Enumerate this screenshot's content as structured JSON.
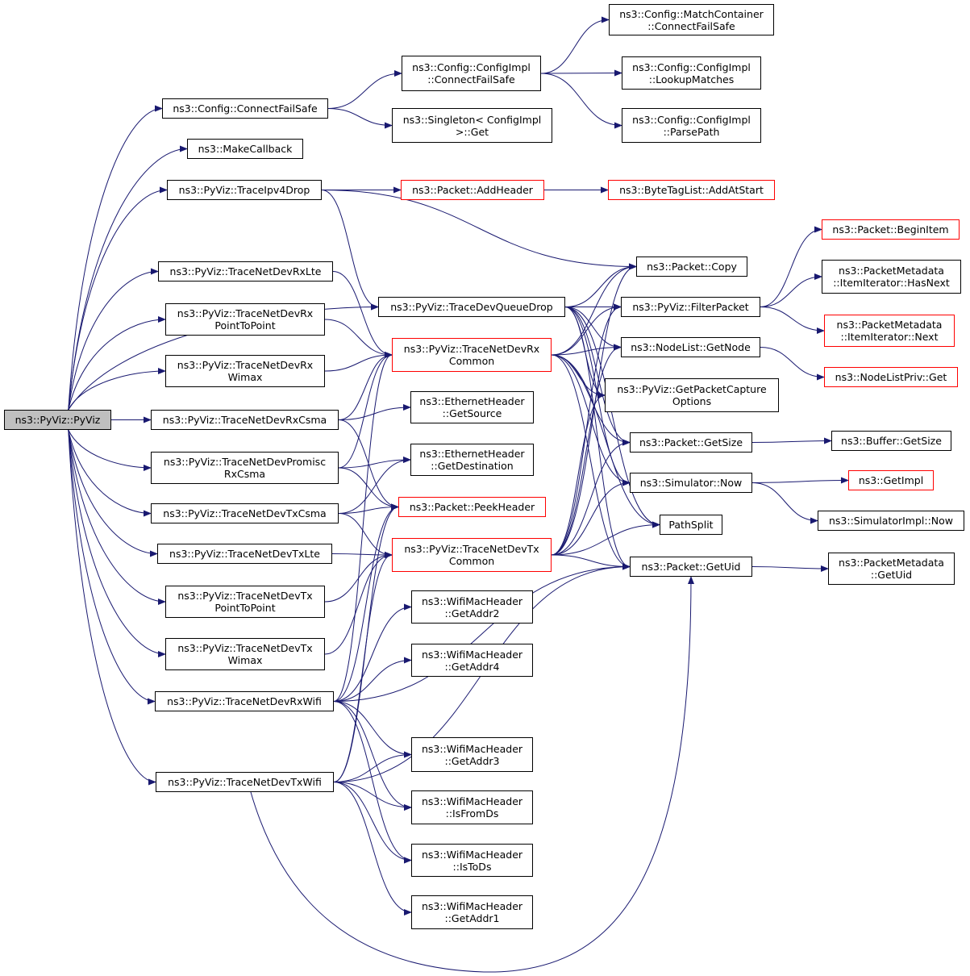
{
  "colors": {
    "edge": "#191970",
    "border": "#000000",
    "border_truncated": "#ff0000",
    "root_fill": "#bfbfbf"
  },
  "nodes": [
    {
      "id": "pyviz",
      "lines": [
        "ns3::PyViz::PyViz"
      ],
      "style": "root"
    },
    {
      "id": "connectfailsafe",
      "lines": [
        "ns3::Config::ConnectFailSafe"
      ]
    },
    {
      "id": "makecallback",
      "lines": [
        "ns3::MakeCallback"
      ]
    },
    {
      "id": "traceipv4drop",
      "lines": [
        "ns3::PyViz::TraceIpv4Drop"
      ]
    },
    {
      "id": "tracenetdevrxlte",
      "lines": [
        "ns3::PyViz::TraceNetDevRxLte"
      ]
    },
    {
      "id": "tracenetdevrxp2p",
      "lines": [
        "ns3::PyViz::TraceNetDevRx",
        "PointToPoint"
      ]
    },
    {
      "id": "tracenetdevrxwimax",
      "lines": [
        "ns3::PyViz::TraceNetDevRx",
        "Wimax"
      ]
    },
    {
      "id": "tracenetdevrxcsma",
      "lines": [
        "ns3::PyViz::TraceNetDevRxCsma"
      ]
    },
    {
      "id": "tracenetdevpromisc",
      "lines": [
        "ns3::PyViz::TraceNetDevPromisc",
        "RxCsma"
      ]
    },
    {
      "id": "tracenetdevtxcsma",
      "lines": [
        "ns3::PyViz::TraceNetDevTxCsma"
      ]
    },
    {
      "id": "tracenetdevtxlte",
      "lines": [
        "ns3::PyViz::TraceNetDevTxLte"
      ]
    },
    {
      "id": "tracenetdevtxp2p",
      "lines": [
        "ns3::PyViz::TraceNetDevTx",
        "PointToPoint"
      ]
    },
    {
      "id": "tracenetdevtxwimax",
      "lines": [
        "ns3::PyViz::TraceNetDevTx",
        "Wimax"
      ]
    },
    {
      "id": "tracenetdevrxwifi",
      "lines": [
        "ns3::PyViz::TraceNetDevRxWifi"
      ]
    },
    {
      "id": "tracenetdevtxwifi",
      "lines": [
        "ns3::PyViz::TraceNetDevTxWifi"
      ]
    },
    {
      "id": "configimpl_connectfailsafe",
      "lines": [
        "ns3::Config::ConfigImpl",
        "::ConnectFailSafe"
      ]
    },
    {
      "id": "singleton_get",
      "lines": [
        "ns3::Singleton< ConfigImpl",
        ">::Get"
      ]
    },
    {
      "id": "matchcontainer",
      "lines": [
        "ns3::Config::MatchContainer",
        "::ConnectFailSafe"
      ]
    },
    {
      "id": "lookupmatches",
      "lines": [
        "ns3::Config::ConfigImpl",
        "::LookupMatches"
      ]
    },
    {
      "id": "parsepath",
      "lines": [
        "ns3::Config::ConfigImpl",
        "::ParsePath"
      ]
    },
    {
      "id": "packet_addheader",
      "lines": [
        "ns3::Packet::AddHeader"
      ],
      "style": "red"
    },
    {
      "id": "bytetaglist_addatstart",
      "lines": [
        "ns3::ByteTagList::AddAtStart"
      ],
      "style": "red"
    },
    {
      "id": "tracedevqueuedrop",
      "lines": [
        "ns3::PyViz::TraceDevQueueDrop"
      ]
    },
    {
      "id": "tracenetdevrxcommon",
      "lines": [
        "ns3::PyViz::TraceNetDevRx",
        "Common"
      ],
      "style": "red"
    },
    {
      "id": "eth_getsource",
      "lines": [
        "ns3::EthernetHeader",
        "::GetSource"
      ]
    },
    {
      "id": "eth_getdestination",
      "lines": [
        "ns3::EthernetHeader",
        "::GetDestination"
      ]
    },
    {
      "id": "packet_peekheader",
      "lines": [
        "ns3::Packet::PeekHeader"
      ],
      "style": "red"
    },
    {
      "id": "tracenetdevtxcommon",
      "lines": [
        "ns3::PyViz::TraceNetDevTx",
        "Common"
      ],
      "style": "red"
    },
    {
      "id": "wifi_getaddr2",
      "lines": [
        "ns3::WifiMacHeader",
        "::GetAddr2"
      ]
    },
    {
      "id": "wifi_getaddr4",
      "lines": [
        "ns3::WifiMacHeader",
        "::GetAddr4"
      ]
    },
    {
      "id": "wifi_getaddr3",
      "lines": [
        "ns3::WifiMacHeader",
        "::GetAddr3"
      ]
    },
    {
      "id": "wifi_isfromds",
      "lines": [
        "ns3::WifiMacHeader",
        "::IsFromDs"
      ]
    },
    {
      "id": "wifi_istods",
      "lines": [
        "ns3::WifiMacHeader",
        "::IsToDs"
      ]
    },
    {
      "id": "wifi_getaddr1",
      "lines": [
        "ns3::WifiMacHeader",
        "::GetAddr1"
      ]
    },
    {
      "id": "packet_copy",
      "lines": [
        "ns3::Packet::Copy"
      ]
    },
    {
      "id": "filterpacket",
      "lines": [
        "ns3::PyViz::FilterPacket"
      ]
    },
    {
      "id": "nodelist_getnode",
      "lines": [
        "ns3::NodeList::GetNode"
      ]
    },
    {
      "id": "getpacketcaptureoptions",
      "lines": [
        "ns3::PyViz::GetPacketCapture",
        "Options"
      ]
    },
    {
      "id": "packet_getsize",
      "lines": [
        "ns3::Packet::GetSize"
      ]
    },
    {
      "id": "simulator_now",
      "lines": [
        "ns3::Simulator::Now"
      ]
    },
    {
      "id": "pathsplit",
      "lines": [
        "PathSplit"
      ]
    },
    {
      "id": "packet_getuid",
      "lines": [
        "ns3::Packet::GetUid"
      ]
    },
    {
      "id": "packet_beginitem",
      "lines": [
        "ns3::Packet::BeginItem"
      ],
      "style": "red"
    },
    {
      "id": "itemiterator_hasnext",
      "lines": [
        "ns3::PacketMetadata",
        "::ItemIterator::HasNext"
      ]
    },
    {
      "id": "itemiterator_next",
      "lines": [
        "ns3::PacketMetadata",
        "::ItemIterator::Next"
      ],
      "style": "red"
    },
    {
      "id": "nodelistpriv_get",
      "lines": [
        "ns3::NodeListPriv::Get"
      ],
      "style": "red"
    },
    {
      "id": "buffer_getsize",
      "lines": [
        "ns3::Buffer::GetSize"
      ]
    },
    {
      "id": "getimpl",
      "lines": [
        "ns3::GetImpl"
      ],
      "style": "red"
    },
    {
      "id": "simulatorimpl_now",
      "lines": [
        "ns3::SimulatorImpl::Now"
      ]
    },
    {
      "id": "packetmetadata_getuid",
      "lines": [
        "ns3::PacketMetadata",
        "::GetUid"
      ]
    }
  ],
  "edges": [
    [
      "pyviz",
      "connectfailsafe"
    ],
    [
      "pyviz",
      "makecallback"
    ],
    [
      "pyviz",
      "traceipv4drop"
    ],
    [
      "pyviz",
      "tracedevqueuedrop"
    ],
    [
      "pyviz",
      "tracenetdevrxlte"
    ],
    [
      "pyviz",
      "tracenetdevrxp2p"
    ],
    [
      "pyviz",
      "tracenetdevrxwimax"
    ],
    [
      "pyviz",
      "tracenetdevrxcsma"
    ],
    [
      "pyviz",
      "tracenetdevpromisc"
    ],
    [
      "pyviz",
      "tracenetdevtxcsma"
    ],
    [
      "pyviz",
      "tracenetdevtxlte"
    ],
    [
      "pyviz",
      "tracenetdevtxp2p"
    ],
    [
      "pyviz",
      "tracenetdevtxwimax"
    ],
    [
      "pyviz",
      "tracenetdevrxwifi"
    ],
    [
      "pyviz",
      "tracenetdevtxwifi"
    ],
    [
      "connectfailsafe",
      "configimpl_connectfailsafe"
    ],
    [
      "connectfailsafe",
      "singleton_get"
    ],
    [
      "configimpl_connectfailsafe",
      "matchcontainer"
    ],
    [
      "configimpl_connectfailsafe",
      "lookupmatches"
    ],
    [
      "configimpl_connectfailsafe",
      "parsepath"
    ],
    [
      "traceipv4drop",
      "packet_addheader"
    ],
    [
      "traceipv4drop",
      "packet_copy"
    ],
    [
      "traceipv4drop",
      "tracedevqueuedrop"
    ],
    [
      "packet_addheader",
      "bytetaglist_addatstart"
    ],
    [
      "tracedevqueuedrop",
      "packet_copy"
    ],
    [
      "tracedevqueuedrop",
      "filterpacket"
    ],
    [
      "tracedevqueuedrop",
      "nodelist_getnode"
    ],
    [
      "tracedevqueuedrop",
      "getpacketcaptureoptions"
    ],
    [
      "tracedevqueuedrop",
      "packet_getsize"
    ],
    [
      "tracedevqueuedrop",
      "simulator_now"
    ],
    [
      "tracedevqueuedrop",
      "pathsplit"
    ],
    [
      "tracedevqueuedrop",
      "packet_getuid"
    ],
    [
      "tracenetdevrxlte",
      "tracenetdevrxcommon"
    ],
    [
      "tracenetdevrxp2p",
      "tracenetdevrxcommon"
    ],
    [
      "tracenetdevrxwimax",
      "tracenetdevrxcommon"
    ],
    [
      "tracenetdevrxcsma",
      "eth_getsource"
    ],
    [
      "tracenetdevrxcsma",
      "tracenetdevrxcommon"
    ],
    [
      "tracenetdevrxcsma",
      "packet_peekheader"
    ],
    [
      "tracenetdevpromisc",
      "eth_getdestination"
    ],
    [
      "tracenetdevpromisc",
      "packet_peekheader"
    ],
    [
      "tracenetdevpromisc",
      "tracenetdevrxcommon"
    ],
    [
      "tracenetdevtxcsma",
      "eth_getdestination"
    ],
    [
      "tracenetdevtxcsma",
      "packet_peekheader"
    ],
    [
      "tracenetdevtxcsma",
      "tracenetdevtxcommon"
    ],
    [
      "tracenetdevtxlte",
      "tracenetdevtxcommon"
    ],
    [
      "tracenetdevtxp2p",
      "tracenetdevtxcommon"
    ],
    [
      "tracenetdevtxwimax",
      "tracenetdevtxcommon"
    ],
    [
      "tracenetdevrxwifi",
      "wifi_getaddr2"
    ],
    [
      "tracenetdevrxwifi",
      "wifi_getaddr4"
    ],
    [
      "tracenetdevrxwifi",
      "wifi_getaddr3"
    ],
    [
      "tracenetdevrxwifi",
      "wifi_isfromds"
    ],
    [
      "tracenetdevrxwifi",
      "wifi_istods"
    ],
    [
      "tracenetdevrxwifi",
      "tracenetdevrxcommon"
    ],
    [
      "tracenetdevrxwifi",
      "packet_peekheader"
    ],
    [
      "tracenetdevrxwifi",
      "packet_getuid"
    ],
    [
      "tracenetdevtxwifi",
      "wifi_getaddr3"
    ],
    [
      "tracenetdevtxwifi",
      "wifi_isfromds"
    ],
    [
      "tracenetdevtxwifi",
      "wifi_istods"
    ],
    [
      "tracenetdevtxwifi",
      "wifi_getaddr1"
    ],
    [
      "tracenetdevtxwifi",
      "tracenetdevtxcommon"
    ],
    [
      "tracenetdevtxwifi",
      "packet_peekheader"
    ],
    [
      "tracenetdevtxwifi",
      "packet_getuid"
    ],
    [
      "tracenetdevrxcommon",
      "packet_copy"
    ],
    [
      "tracenetdevrxcommon",
      "filterpacket"
    ],
    [
      "tracenetdevrxcommon",
      "nodelist_getnode"
    ],
    [
      "tracenetdevrxcommon",
      "getpacketcaptureoptions"
    ],
    [
      "tracenetdevrxcommon",
      "packet_getsize"
    ],
    [
      "tracenetdevrxcommon",
      "simulator_now"
    ],
    [
      "tracenetdevrxcommon",
      "pathsplit"
    ],
    [
      "tracenetdevrxcommon",
      "packet_getuid"
    ],
    [
      "tracenetdevtxcommon",
      "packet_copy"
    ],
    [
      "tracenetdevtxcommon",
      "filterpacket"
    ],
    [
      "tracenetdevtxcommon",
      "nodelist_getnode"
    ],
    [
      "tracenetdevtxcommon",
      "getpacketcaptureoptions"
    ],
    [
      "tracenetdevtxcommon",
      "packet_getsize"
    ],
    [
      "tracenetdevtxcommon",
      "simulator_now"
    ],
    [
      "tracenetdevtxcommon",
      "pathsplit"
    ],
    [
      "tracenetdevtxcommon",
      "packet_getuid"
    ],
    [
      "filterpacket",
      "packet_beginitem"
    ],
    [
      "filterpacket",
      "itemiterator_hasnext"
    ],
    [
      "filterpacket",
      "itemiterator_next"
    ],
    [
      "nodelist_getnode",
      "nodelistpriv_get"
    ],
    [
      "packet_getsize",
      "buffer_getsize"
    ],
    [
      "simulator_now",
      "getimpl"
    ],
    [
      "simulator_now",
      "simulatorimpl_now"
    ],
    [
      "packet_getuid",
      "packetmetadata_getuid"
    ]
  ]
}
